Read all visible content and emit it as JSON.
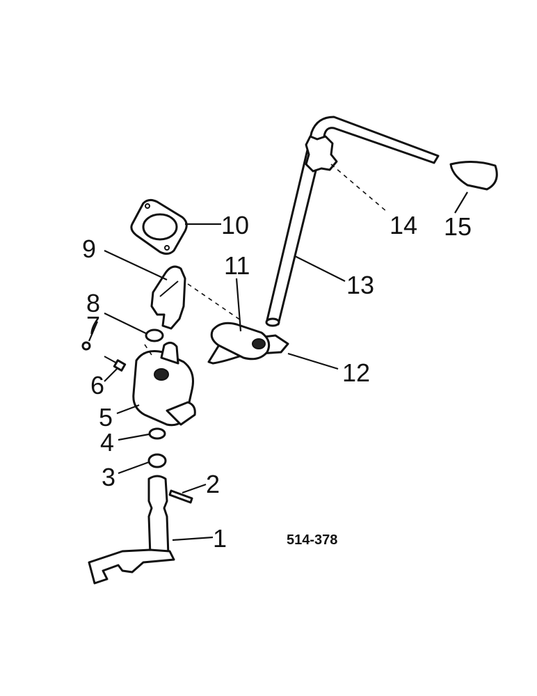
{
  "reference_code": "514-378",
  "callouts": [
    {
      "id": "1",
      "text": "1"
    },
    {
      "id": "2",
      "text": "2"
    },
    {
      "id": "3",
      "text": "3"
    },
    {
      "id": "4",
      "text": "4"
    },
    {
      "id": "5",
      "text": "5"
    },
    {
      "id": "6",
      "text": "6"
    },
    {
      "id": "7",
      "text": "7"
    },
    {
      "id": "8",
      "text": "8"
    },
    {
      "id": "9",
      "text": "9"
    },
    {
      "id": "10",
      "text": "10"
    },
    {
      "id": "11",
      "text": "11"
    },
    {
      "id": "12",
      "text": "12"
    },
    {
      "id": "13",
      "text": "13"
    },
    {
      "id": "14",
      "text": "14"
    },
    {
      "id": "15",
      "text": "15"
    }
  ]
}
